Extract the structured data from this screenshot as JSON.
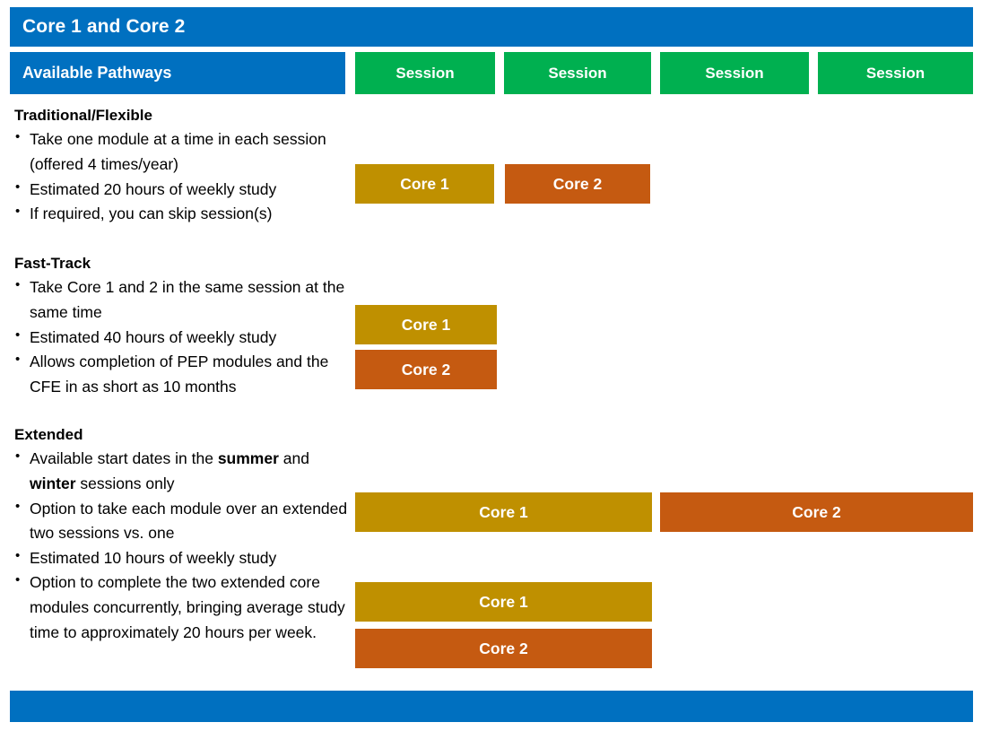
{
  "title_bar": {
    "title": "Core 1 and Core 2"
  },
  "header_row": {
    "pathways_label": "Available Pathways",
    "sessions": [
      {
        "label": "Session"
      },
      {
        "label": "Session"
      },
      {
        "label": "Session"
      },
      {
        "label": "Session"
      }
    ]
  },
  "pathways": [
    {
      "title": "Traditional/Flexible",
      "bullets": [
        "Take one module at a time in each session (offered 4 times/year)",
        "Estimated 20 hours of weekly study",
        "If required, you can skip session(s)"
      ]
    },
    {
      "title": "Fast-Track",
      "bullets": [
        "Take Core 1 and 2 in the same session at the same time",
        "Estimated 40 hours of weekly study",
        "Allows completion of PEP modules and the CFE in as short as 10 months"
      ]
    },
    {
      "title": "Extended",
      "bullets": [
        "Available start dates in the summer and winter sessions only",
        "Option to take each module over an extended two sessions vs. one",
        "Estimated 10 hours of weekly study",
        "Option to complete the two extended core modules concurrently, bringing average study time to approximately 20 hours per week."
      ],
      "bold_terms": [
        "summer",
        "winter"
      ]
    }
  ],
  "bars": {
    "traditional": [
      {
        "label": "Core 1",
        "module": "core-1"
      },
      {
        "label": "Core 2",
        "module": "core-2"
      }
    ],
    "fast_track": [
      {
        "label": "Core 1",
        "module": "core-1"
      },
      {
        "label": "Core 2",
        "module": "core-2"
      }
    ],
    "extended_sequential": [
      {
        "label": "Core 1",
        "module": "core-1"
      },
      {
        "label": "Core 2",
        "module": "core-2"
      }
    ],
    "extended_concurrent": [
      {
        "label": "Core 1",
        "module": "core-1"
      },
      {
        "label": "Core 2",
        "module": "core-2"
      }
    ]
  },
  "colors": {
    "brand_blue": "#0070C0",
    "session_green": "#00B050",
    "core1_gold": "#BF9000",
    "core2_orange": "#C55A11",
    "text_black": "#000000",
    "page_white": "#FFFFFF"
  }
}
